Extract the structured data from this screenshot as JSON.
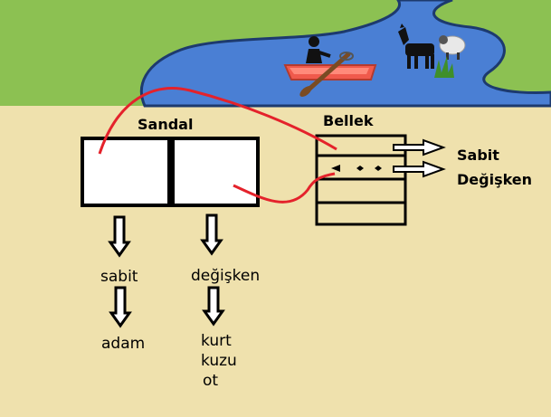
{
  "diagram": {
    "boat_box_label": "Sandal",
    "memory_label": "Bellek",
    "memory_outputs": [
      "Sabit",
      "Değişken"
    ],
    "left_column": {
      "title": "sabit",
      "items": [
        "adam"
      ]
    },
    "right_column": {
      "title": "değişken",
      "items": [
        "kurt",
        "kuzu",
        "ot"
      ]
    }
  },
  "colors": {
    "sky_grass": "#8cc152",
    "river": "#4a7fd4",
    "river_bank": "#1d3a6e",
    "sand": "#efe1ad",
    "connector": "#e4222b",
    "boat": "#f05a4c"
  },
  "icons": [
    "rowing-person-icon",
    "donkey-icon",
    "sheep-icon",
    "grass-icon",
    "arrow-down-icon",
    "arrow-right-icon"
  ]
}
